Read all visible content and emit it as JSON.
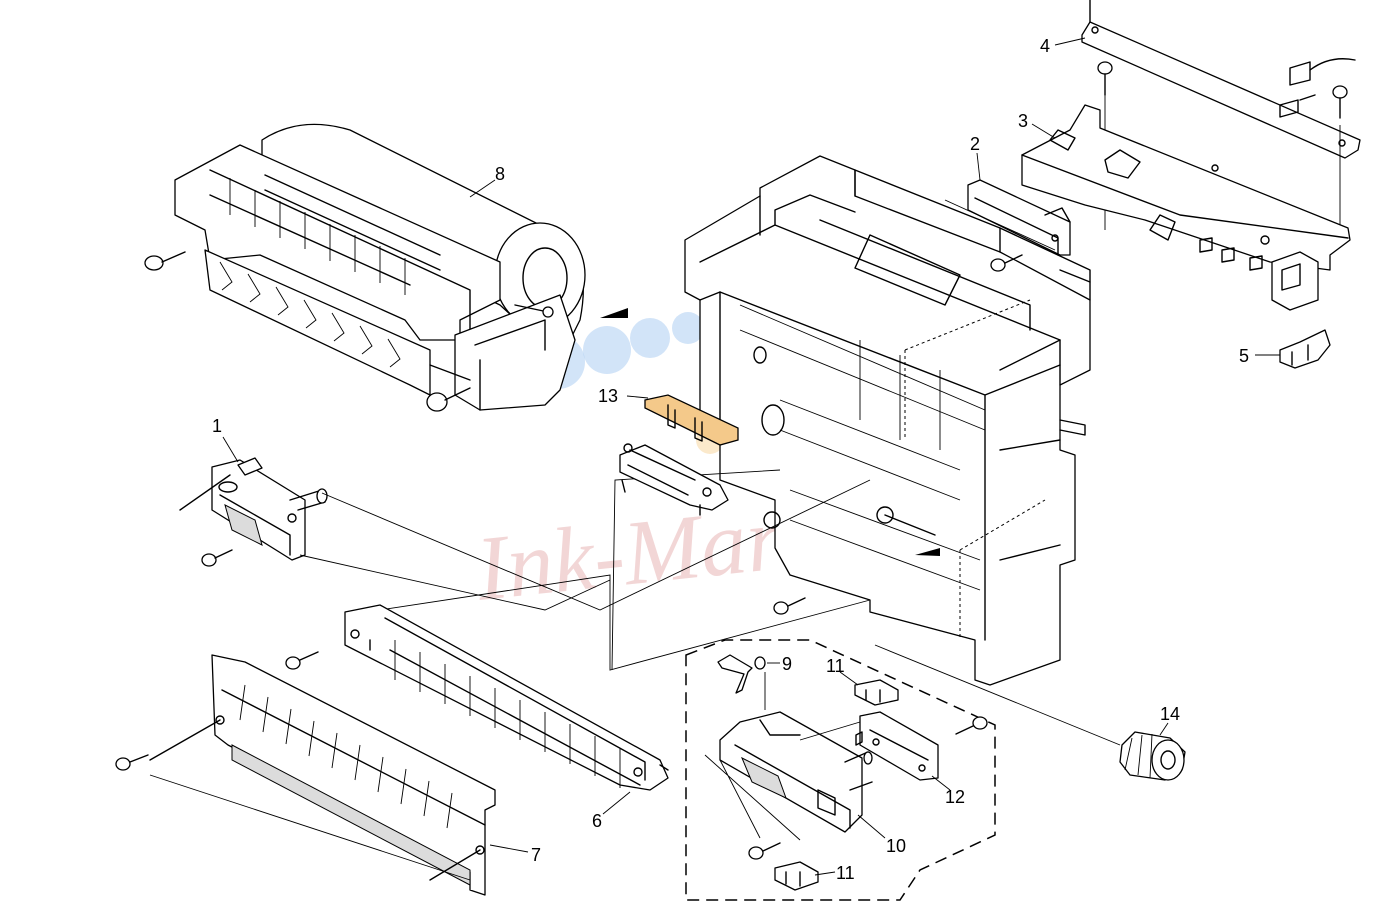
{
  "watermark": {
    "text": "Ink-Market"
  },
  "callouts": {
    "c1": "1",
    "c2": "2",
    "c3": "3",
    "c4": "4",
    "c5": "5",
    "c6": "6",
    "c7": "7",
    "c8": "8",
    "c9": "9",
    "c10": "10",
    "c11a": "11",
    "c11b": "11",
    "c12": "12",
    "c13": "13",
    "c14": "14"
  },
  "colors": {
    "line": "#000000",
    "highlight_part13": "#f4c98a",
    "watermark_blue": "#9cc3ef",
    "watermark_orange": "#f6c77c",
    "watermark_red": "#e8b6b6"
  }
}
